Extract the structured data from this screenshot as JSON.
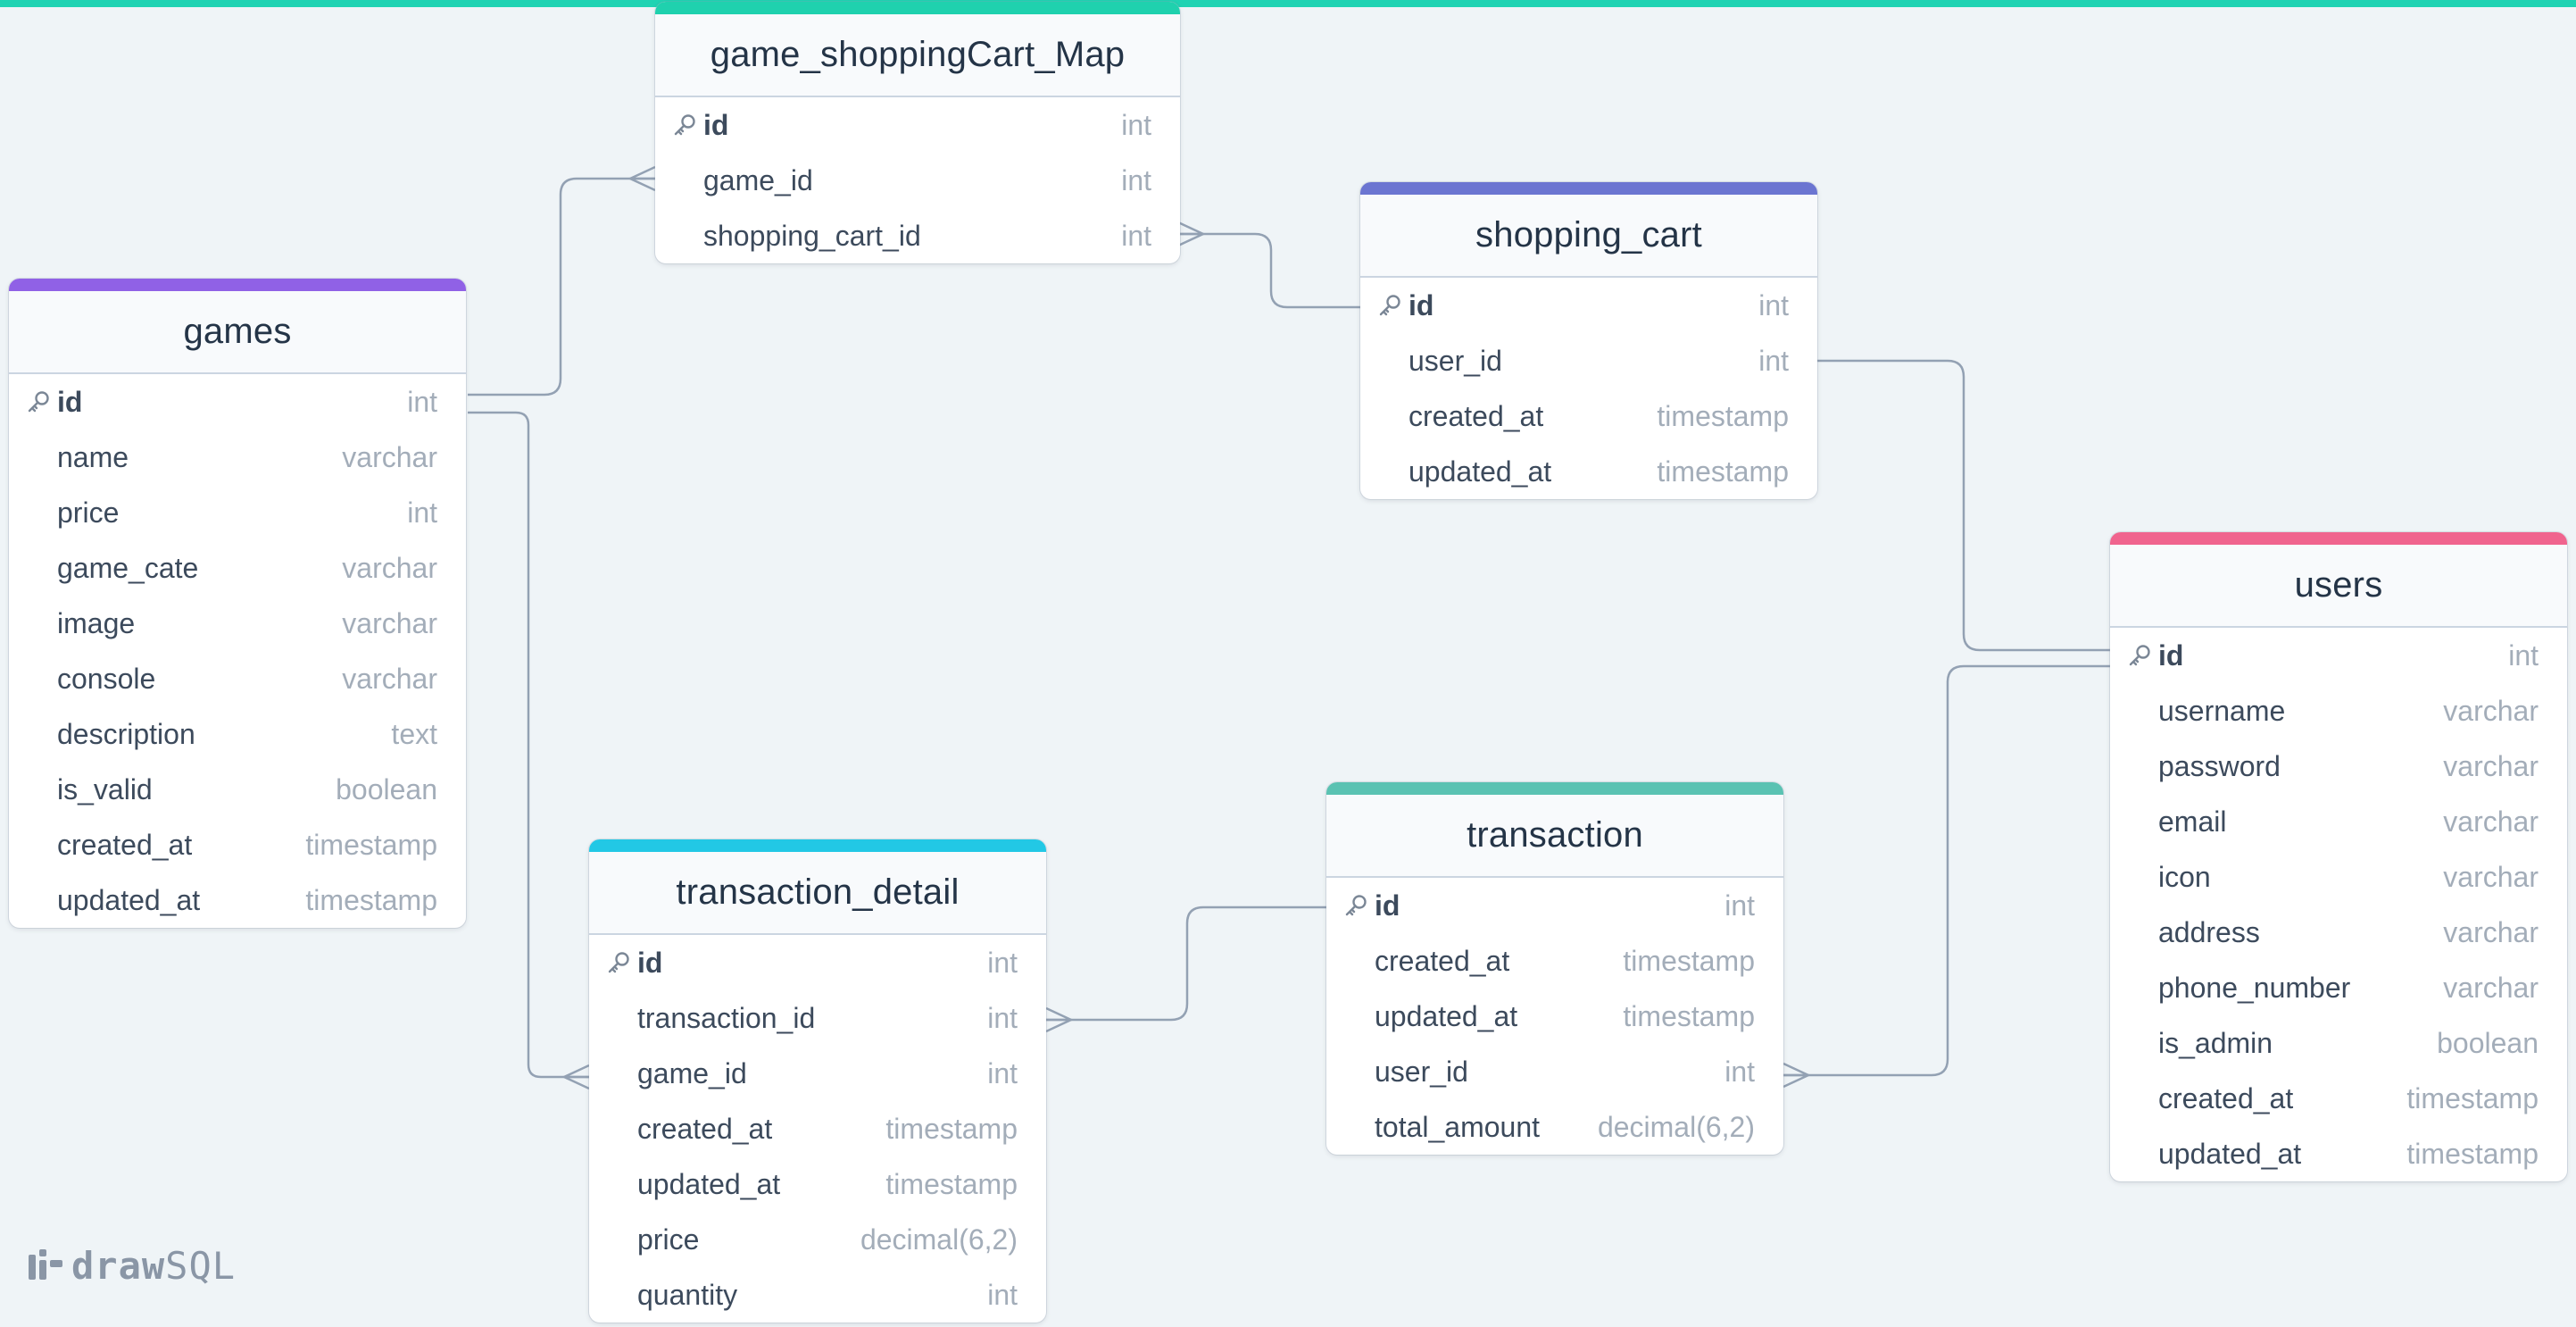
{
  "app": {
    "logo_text_bold": "draw",
    "logo_text_light": "SQL"
  },
  "tables": [
    {
      "name": "game_shoppingCart_Map",
      "color": "#1fd1ae",
      "fields": [
        {
          "name": "id",
          "type": "int",
          "pk": true
        },
        {
          "name": "game_id",
          "type": "int"
        },
        {
          "name": "shopping_cart_id",
          "type": "int"
        }
      ]
    },
    {
      "name": "games",
      "color": "#9061e6",
      "fields": [
        {
          "name": "id",
          "type": "int",
          "pk": true
        },
        {
          "name": "name",
          "type": "varchar"
        },
        {
          "name": "price",
          "type": "int"
        },
        {
          "name": "game_cate",
          "type": "varchar"
        },
        {
          "name": "image",
          "type": "varchar"
        },
        {
          "name": "console",
          "type": "varchar"
        },
        {
          "name": "description",
          "type": "text"
        },
        {
          "name": "is_valid",
          "type": "boolean"
        },
        {
          "name": "created_at",
          "type": "timestamp"
        },
        {
          "name": "updated_at",
          "type": "timestamp"
        }
      ]
    },
    {
      "name": "shopping_cart",
      "color": "#6b75d1",
      "fields": [
        {
          "name": "id",
          "type": "int",
          "pk": true
        },
        {
          "name": "user_id",
          "type": "int"
        },
        {
          "name": "created_at",
          "type": "timestamp"
        },
        {
          "name": "updated_at",
          "type": "timestamp"
        }
      ]
    },
    {
      "name": "users",
      "color": "#f0648e",
      "fields": [
        {
          "name": "id",
          "type": "int",
          "pk": true
        },
        {
          "name": "username",
          "type": "varchar"
        },
        {
          "name": "password",
          "type": "varchar"
        },
        {
          "name": "email",
          "type": "varchar"
        },
        {
          "name": "icon",
          "type": "varchar"
        },
        {
          "name": "address",
          "type": "varchar"
        },
        {
          "name": "phone_number",
          "type": "varchar"
        },
        {
          "name": "is_admin",
          "type": "boolean"
        },
        {
          "name": "created_at",
          "type": "timestamp"
        },
        {
          "name": "updated_at",
          "type": "timestamp"
        }
      ]
    },
    {
      "name": "transaction_detail",
      "color": "#22c8e5",
      "fields": [
        {
          "name": "id",
          "type": "int",
          "pk": true
        },
        {
          "name": "transaction_id",
          "type": "int"
        },
        {
          "name": "game_id",
          "type": "int"
        },
        {
          "name": "created_at",
          "type": "timestamp"
        },
        {
          "name": "updated_at",
          "type": "timestamp"
        },
        {
          "name": "price",
          "type": "decimal(6,2)"
        },
        {
          "name": "quantity",
          "type": "int"
        }
      ]
    },
    {
      "name": "transaction",
      "color": "#5ac2b2",
      "fields": [
        {
          "name": "id",
          "type": "int",
          "pk": true
        },
        {
          "name": "created_at",
          "type": "timestamp"
        },
        {
          "name": "updated_at",
          "type": "timestamp"
        },
        {
          "name": "user_id",
          "type": "int"
        },
        {
          "name": "total_amount",
          "type": "decimal(6,2)"
        }
      ]
    }
  ],
  "relationships": [
    {
      "from": "games.id",
      "to": "game_shoppingCart_Map.game_id",
      "cardinality": "one-to-many"
    },
    {
      "from": "shopping_cart.id",
      "to": "game_shoppingCart_Map.shopping_cart_id",
      "cardinality": "one-to-many"
    },
    {
      "from": "users.id",
      "to": "shopping_cart.user_id",
      "cardinality": "one-to-one"
    },
    {
      "from": "games.id",
      "to": "transaction_detail.game_id",
      "cardinality": "one-to-many"
    },
    {
      "from": "transaction.id",
      "to": "transaction_detail.transaction_id",
      "cardinality": "one-to-many"
    },
    {
      "from": "users.id",
      "to": "transaction.user_id",
      "cardinality": "one-to-many"
    }
  ]
}
